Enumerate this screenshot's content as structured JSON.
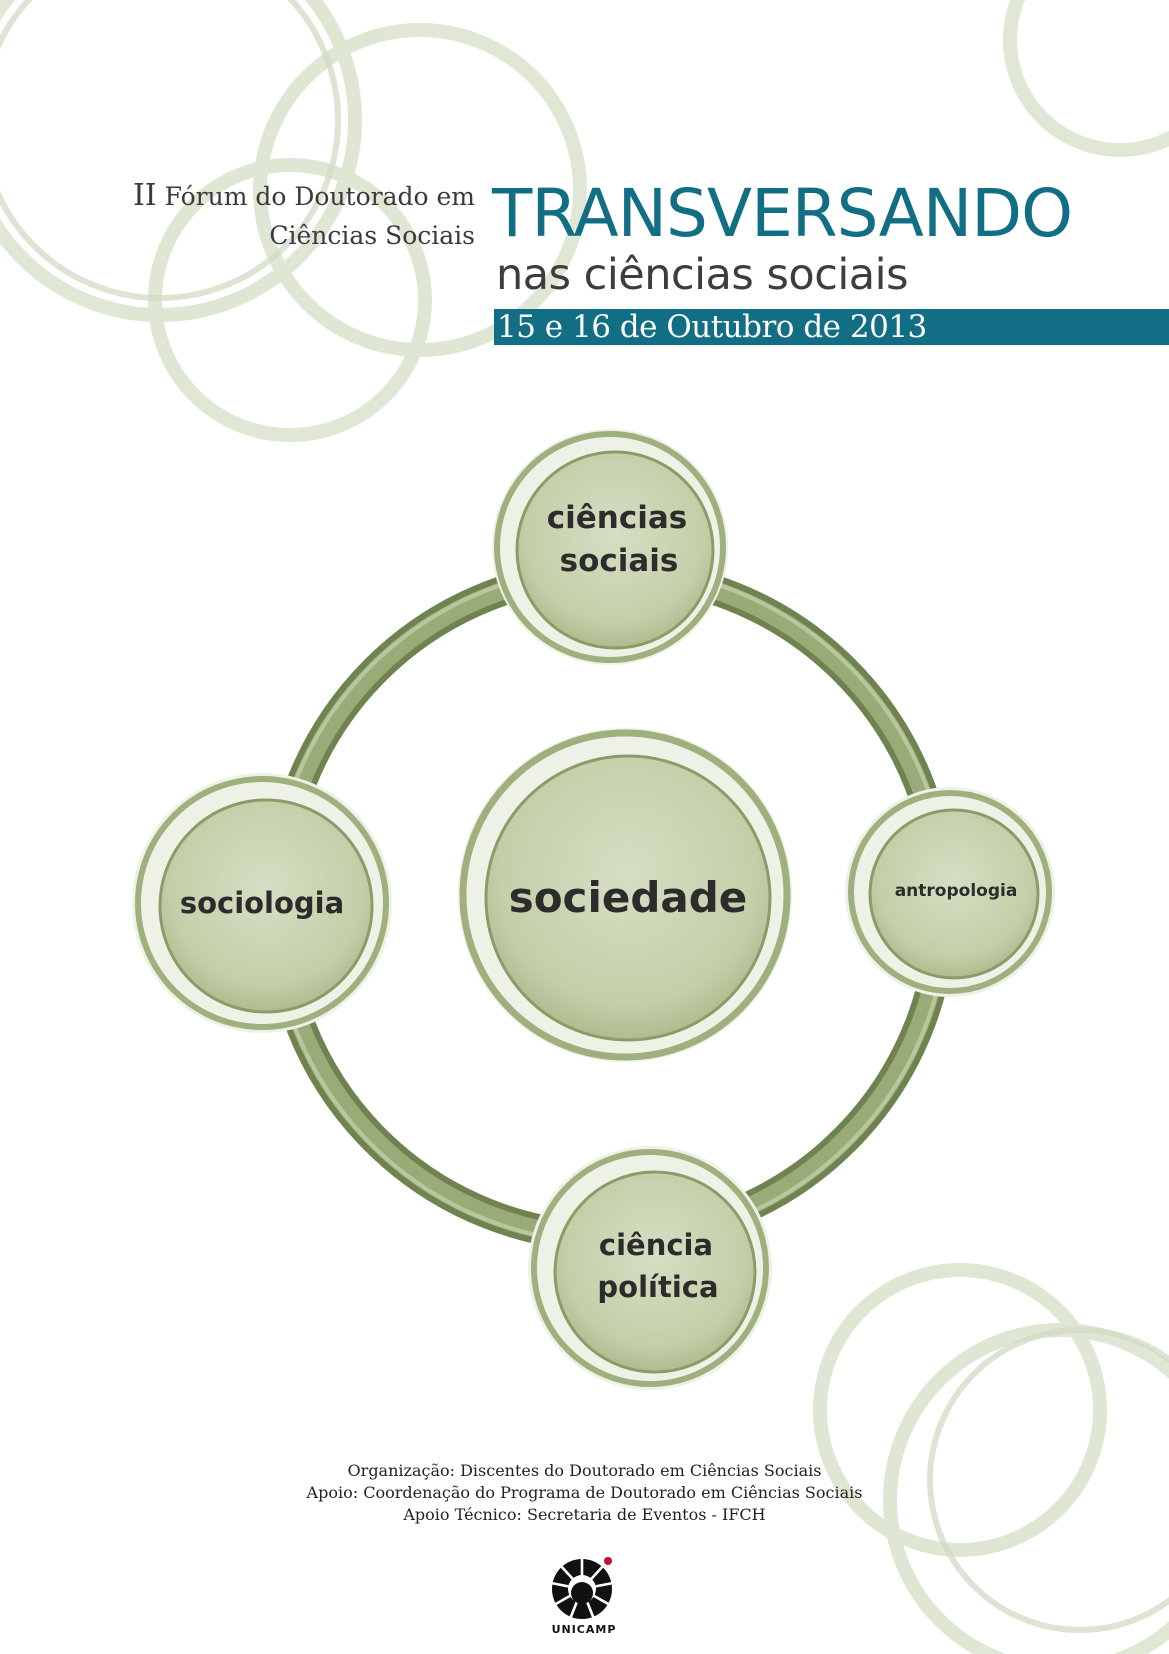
{
  "header": {
    "forum_roman": "II",
    "forum_line1_rest": "Fórum do Doutorado em",
    "forum_line2": "Ciências Sociais",
    "title": "TRANSVERSANDO",
    "subtitle": "nas ciências sociais",
    "date": "15 e 16 de Outubro de 2013"
  },
  "diagram": {
    "center": {
      "label": "sociedade"
    },
    "top": {
      "line1": "ciências",
      "line2": "sociais"
    },
    "left": {
      "label": "sociologia"
    },
    "right": {
      "label": "antropologia"
    },
    "bottom": {
      "line1": "ciência",
      "line2": "política"
    }
  },
  "credits": {
    "organizacao": "Organização: Discentes do Doutorado em Ciências Sociais",
    "apoio": "Apoio: Coordenação do Programa de Doutorado em Ciências Sociais",
    "apoio_tecnico": "Apoio Técnico: Secretaria de Eventos - IFCH"
  },
  "logo": {
    "text": "UNICAMP"
  },
  "colors": {
    "teal": "#116e84",
    "ring_green": "#7c8f5c",
    "node_fill": "#c9d3b0",
    "deco_green": "#dfe5d3"
  }
}
